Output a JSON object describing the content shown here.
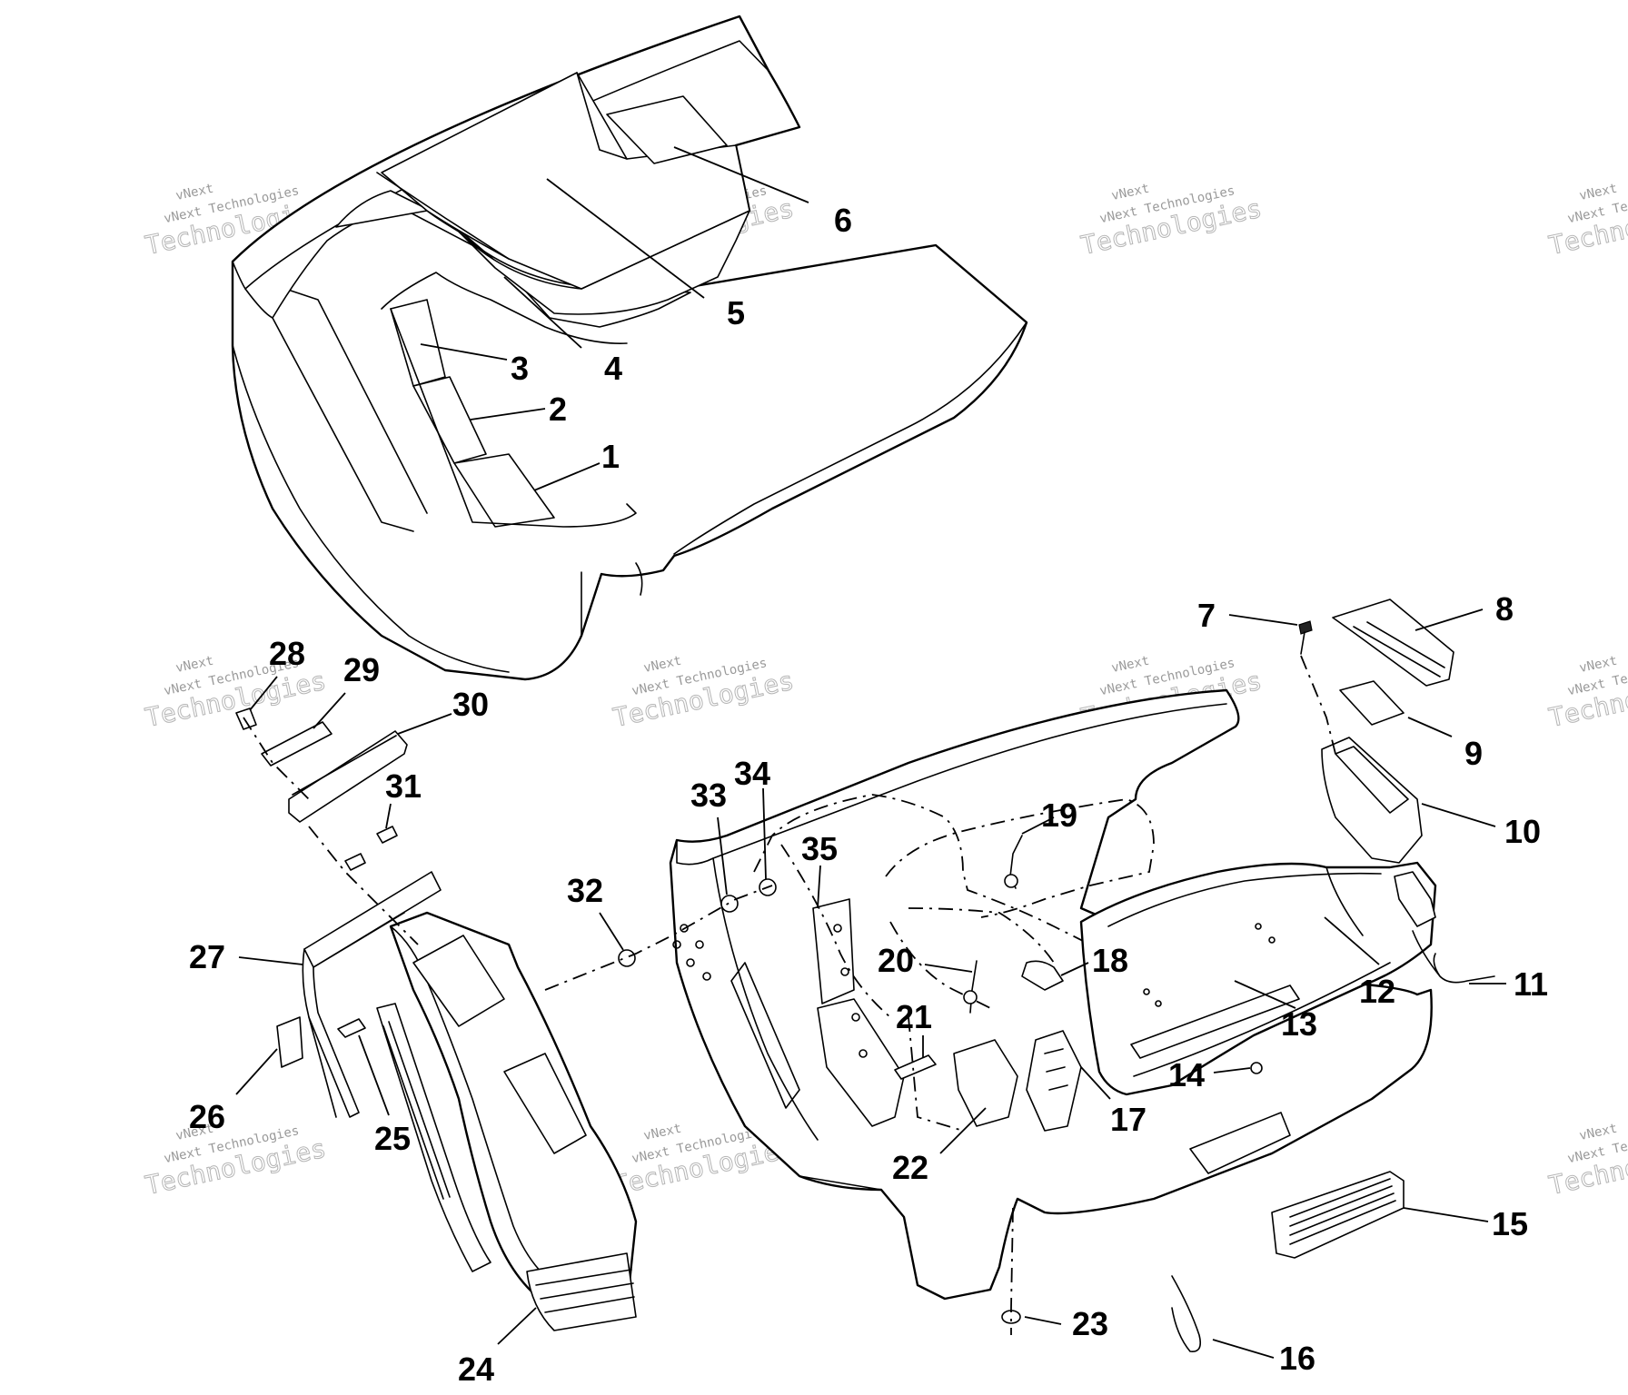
{
  "watermark": {
    "line1": "vNext",
    "line2": "vNext Technologies",
    "line3": "Technologies"
  },
  "callouts": [
    {
      "id": "1",
      "text": "1"
    },
    {
      "id": "2",
      "text": "2"
    },
    {
      "id": "3",
      "text": "3"
    },
    {
      "id": "4",
      "text": "4"
    },
    {
      "id": "5",
      "text": "5"
    },
    {
      "id": "6",
      "text": "6"
    },
    {
      "id": "7",
      "text": "7"
    },
    {
      "id": "8",
      "text": "8"
    },
    {
      "id": "9",
      "text": "9"
    },
    {
      "id": "10",
      "text": "10"
    },
    {
      "id": "11",
      "text": "11"
    },
    {
      "id": "12",
      "text": "12"
    },
    {
      "id": "13",
      "text": "13"
    },
    {
      "id": "14",
      "text": "14"
    },
    {
      "id": "15",
      "text": "15"
    },
    {
      "id": "16",
      "text": "16"
    },
    {
      "id": "17",
      "text": "17"
    },
    {
      "id": "18",
      "text": "18"
    },
    {
      "id": "19",
      "text": "19"
    },
    {
      "id": "20",
      "text": "20"
    },
    {
      "id": "21",
      "text": "21"
    },
    {
      "id": "22",
      "text": "22"
    },
    {
      "id": "23",
      "text": "23"
    },
    {
      "id": "24",
      "text": "24"
    },
    {
      "id": "25",
      "text": "25"
    },
    {
      "id": "26",
      "text": "26"
    },
    {
      "id": "27",
      "text": "27"
    },
    {
      "id": "28",
      "text": "28"
    },
    {
      "id": "29",
      "text": "29"
    },
    {
      "id": "30",
      "text": "30"
    },
    {
      "id": "31",
      "text": "31"
    },
    {
      "id": "32",
      "text": "32"
    },
    {
      "id": "33",
      "text": "33"
    },
    {
      "id": "34",
      "text": "34"
    },
    {
      "id": "35",
      "text": "35"
    }
  ]
}
